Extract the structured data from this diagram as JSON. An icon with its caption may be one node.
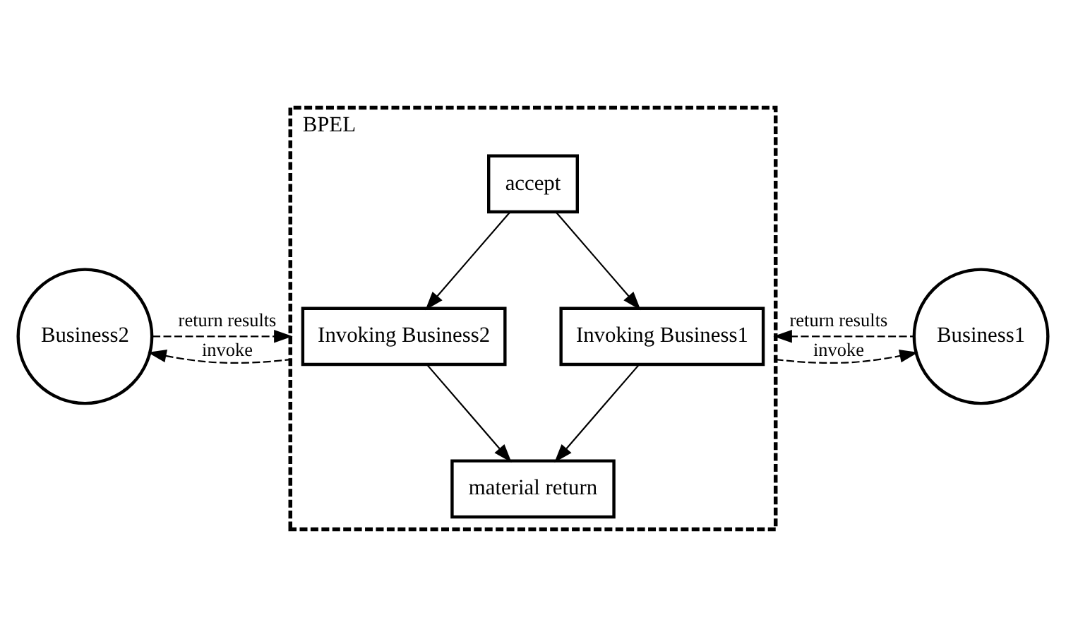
{
  "diagram": {
    "nodes": [
      {
        "text": [
          "BPEL"
        ]
      },
      {
        "text": [
          "accept"
        ],
        "in": 0
      },
      {
        "text": [
          "Invoking Business2"
        ],
        "in": 0
      },
      {
        "text": [
          "Invoking Business1"
        ],
        "in": 0
      },
      {
        "text": [
          "material return"
        ],
        "in": 0
      },
      {
        "text": [
          "Business2"
        ]
      },
      {
        "text": [
          "Business1"
        ]
      }
    ],
    "edges": [
      {
        "from": 1,
        "to": 2,
        "arrow": "to"
      },
      {
        "from": 1,
        "to": 3,
        "arrow": "to"
      },
      {
        "from": 2,
        "to": 4,
        "arrow": "to"
      },
      {
        "from": 3,
        "to": 4,
        "arrow": "to"
      },
      {
        "from": 0,
        "to": 5,
        "arrow": "to",
        "label": "invoke",
        "style": "dashed"
      },
      {
        "from": 5,
        "to": 0,
        "arrow": "to",
        "label": "return results",
        "style": "dashed"
      },
      {
        "from": 0,
        "to": 6,
        "arrow": "to",
        "label": "invoke",
        "style": "dashed"
      },
      {
        "from": 6,
        "to": 0,
        "arrow": "to",
        "label": "return results",
        "style": "dashed"
      }
    ]
  }
}
